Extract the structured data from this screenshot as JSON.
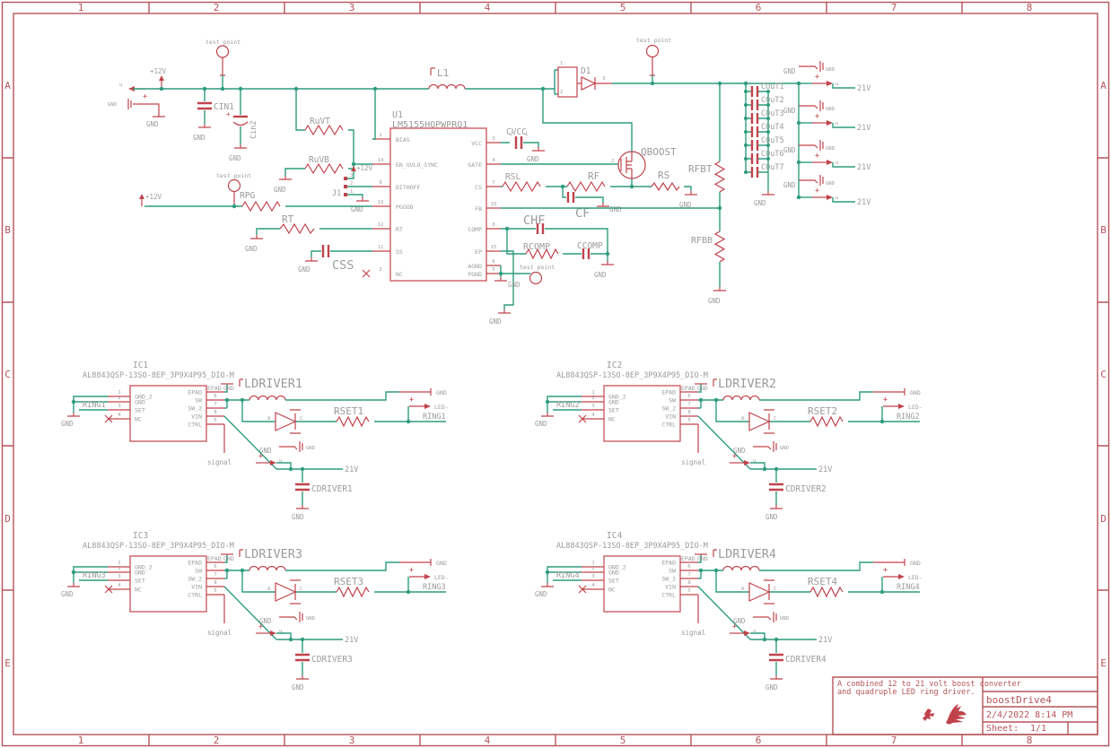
{
  "sheet": {
    "border": {
      "columns": [
        "1",
        "2",
        "3",
        "4",
        "5",
        "6",
        "7",
        "8"
      ],
      "rows": [
        "A",
        "B",
        "C",
        "D",
        "E"
      ]
    },
    "title_block": {
      "description_line1": "A combined 12 to 21 volt boost converter",
      "description_line2": "and quadruple LED ring driver.",
      "title": "boostDrive4",
      "date": "2/4/2022 8:14 PM",
      "sheet_label": "Sheet:",
      "sheet_value": "1/1"
    }
  },
  "colors": {
    "symbol_red": "#c0434c",
    "net_green": "#2e9c7e",
    "label_gray": "#9b9b9b",
    "frame_red": "#b5545b"
  },
  "boost": {
    "u1": {
      "refdes": "U1",
      "part": "LM5155HQPWPRQ1",
      "pins_left": [
        {
          "num": "1",
          "name": "BIAS"
        },
        {
          "num": "14",
          "name": "EN_UVLO_SYNC"
        },
        {
          "num": "9",
          "name": "DITHOFF"
        },
        {
          "num": "13",
          "name": "PGOOD"
        },
        {
          "num": "12",
          "name": "RT"
        },
        {
          "num": "11",
          "name": "SS"
        },
        {
          "num": "2",
          "name": "NC"
        }
      ],
      "pins_right": [
        {
          "num": "3",
          "name": "VCC"
        },
        {
          "num": "4",
          "name": "GATE"
        },
        {
          "num": "7",
          "name": "CS"
        },
        {
          "num": "10",
          "name": "FB"
        },
        {
          "num": "8",
          "name": "COMP"
        },
        {
          "num": "15",
          "name": "EP"
        },
        {
          "num": "6",
          "name": "AGND"
        },
        {
          "num": "5",
          "name": "PGND"
        }
      ]
    },
    "labels": {
      "l1": "L1",
      "d1": "D1",
      "cin1": "CIN1",
      "cin2": "Cin2",
      "ruvt": "RuVT",
      "ruvb": "RuVB",
      "rpg": "RPG",
      "rt": "RT",
      "css": "CSS",
      "cvcc": "CVCC",
      "qboost": "QBOOST",
      "rsl": "RSL",
      "rf": "RF",
      "cf": "CF",
      "rs": "RS",
      "chf": "CHF",
      "rcomp": "RCOMP",
      "ccomp": "CCOMP",
      "rfbt": "RFBT",
      "rfbb": "RFBB",
      "j1": "J1"
    },
    "couts": [
      "COuT1",
      "COuT2",
      "COuT3",
      "COuT4",
      "COuT5",
      "COuT6",
      "COuT7"
    ],
    "nets": {
      "gnd": "GND",
      "p12v": "+12V",
      "v21": "21V",
      "test_point": "test point",
      "plus": "+",
      "pin_u": "u"
    },
    "pin_numbers": {
      "j1": [
        "3",
        "2",
        "1"
      ],
      "d1": [
        "1",
        "2",
        "3"
      ],
      "qboost_gate": "2",
      "cvcc": [
        "2",
        "1"
      ]
    }
  },
  "driver_common": {
    "part": "AL8843QSP-13SO-8EP_3P9X4P95_DIO-M",
    "pins_left": [
      "GND_2",
      "GND",
      "SET",
      "NC"
    ],
    "nums_left": [
      "1",
      "2",
      "3",
      "4"
    ],
    "pins_right": [
      "EPAD",
      "SW",
      "SW_2",
      "VIN",
      "CTRL"
    ],
    "nums_right": [
      "6",
      "7",
      "8",
      "5"
    ],
    "epad": "EPAD",
    "gnd": "GND",
    "signal": "signal",
    "v21": "21V",
    "led_neg": "LED-",
    "plus": "+",
    "pin_u": "u",
    "anode": "A",
    "cathode": "C"
  },
  "drivers": [
    {
      "refdes": "IC1",
      "inductor": "LDRIVER1",
      "rset": "RSET1",
      "cdriver": "CDRIVER1",
      "ring": "RING1"
    },
    {
      "refdes": "IC2",
      "inductor": "LDRIVER2",
      "rset": "RSET2",
      "cdriver": "CDRIVER2",
      "ring": "RING2"
    },
    {
      "refdes": "IC3",
      "inductor": "LDRIVER3",
      "rset": "RSET3",
      "cdriver": "CDRIVER3",
      "ring": "RING3"
    },
    {
      "refdes": "IC4",
      "inductor": "LDRIVER4",
      "rset": "RSET4",
      "cdriver": "CDRIVER4",
      "ring": "RING4"
    }
  ]
}
